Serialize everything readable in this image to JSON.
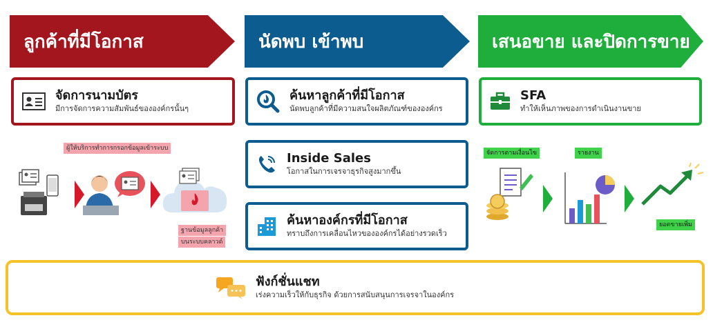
{
  "columns": {
    "lead": {
      "title": "ลูกค้าที่มีโอกาส",
      "color": "#a3161d"
    },
    "meet": {
      "title": "นัดพบ เข้าพบ",
      "color": "#0d5c8f"
    },
    "close": {
      "title": "เสนอขาย และปิดการขาย",
      "color": "#1fae3c"
    }
  },
  "cards": {
    "namecard": {
      "title": "จัดการนามบัตร",
      "subtitle": "มีการจัดการความสัมพันธ์ขององค์กรนั้นๆ",
      "icon": "business-card-icon"
    },
    "find_customer": {
      "title": "ค้นหาลูกค้าที่มีโอกาส",
      "subtitle": "นัดพบลูกค้าที่มีความสนใจผลิตภัณฑ์ขององค์กร",
      "icon": "search-flame-icon"
    },
    "inside_sales": {
      "title": "Inside Sales",
      "subtitle": "โอกาสในการเจรจาธุรกิจสูงมากขึ้น",
      "icon": "phone-icon"
    },
    "find_org": {
      "title": "ค้นหาองค์กรที่มีโอกาส",
      "subtitle": "ทราบถึงการเคลื่อนไหวขององค์กรได้อย่างรวดเร็ว",
      "icon": "building-icon"
    },
    "sfa": {
      "title": "SFA",
      "subtitle": "ทำให้เห็นภาพของการดำเนินงานขาย",
      "icon": "briefcase-icon"
    },
    "chat": {
      "title": "ฟังก์ชั่นแชท",
      "subtitle": "เร่งความเร็วให้กับธุรกิจ ด้วยการสนับสนุนการเจรจาในองค์กร",
      "icon": "chat-bubbles-icon"
    }
  },
  "tags": {
    "data_entry": "ผู้ให้บริการทำการกรอกข้อมูลเข้าระบบ",
    "cloud_db_1": "ฐานข้อมูลลูกค้า",
    "cloud_db_2": "บนระบบคลาวด์",
    "followup": "จัดการตามเงื่อนไข",
    "report": "รายงาน",
    "sales_up": "ยอดขายเพิ่ม"
  }
}
